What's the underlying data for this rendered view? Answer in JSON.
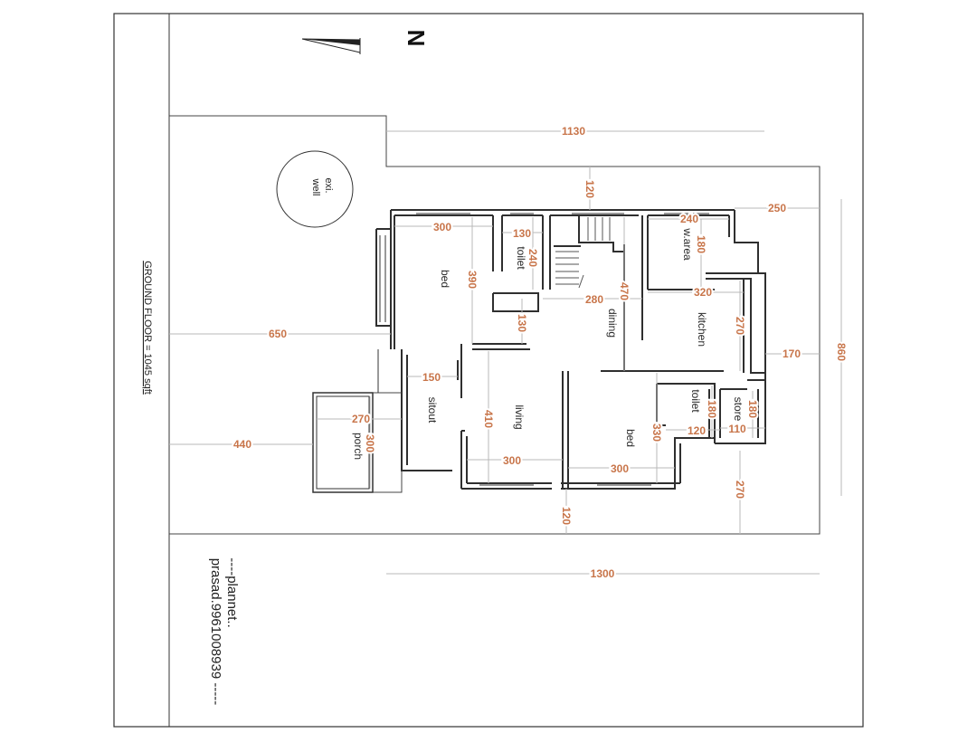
{
  "title": "GROUND FLOOR = 1045 sqft",
  "north_label": "N",
  "well_label": [
    "exi.",
    "well"
  ],
  "credit_lines": [
    "----plannet..",
    "prasad.9961008939 -----"
  ],
  "rooms": {
    "bed1": "bed",
    "toilet1": "toilet",
    "dining": "dining",
    "w_area": "w.area",
    "kitchen": "kitchen",
    "sitout": "sitout",
    "living": "living",
    "bed2": "bed",
    "toilet2": "toilet",
    "store": "store",
    "porch": "porch"
  },
  "dims": {
    "d1130": "1130",
    "d120_top": "120",
    "d250": "250",
    "d860": "860",
    "d300_bed": "300",
    "d130_toilet": "130",
    "d240_toilet": "240",
    "d390": "390",
    "d280": "280",
    "d470": "470",
    "d240_warea": "240",
    "d180_warea": "180",
    "d320": "320",
    "d270_kitchen": "270",
    "d130_mid": "130",
    "d650": "650",
    "d170": "170",
    "d150": "150",
    "d410": "410",
    "d270_porch": "270",
    "d300_porch": "300",
    "d440": "440",
    "d300_living": "300",
    "d300_bed2": "300",
    "d330": "330",
    "d180_toilet": "180",
    "d180_store": "180",
    "d120_toilet": "120",
    "d110": "110",
    "d270_bottom": "270",
    "d120_bottom": "120",
    "d1300": "1300"
  }
}
